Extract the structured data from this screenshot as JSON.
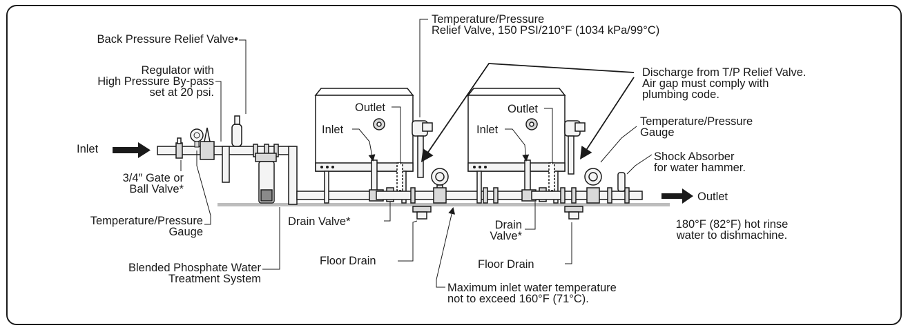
{
  "labels": {
    "back_pressure_relief_valve": "Back Pressure Relief Valve•",
    "regulator": "Regulator with\nHigh Pressure By-pass\nset at 20 psi.",
    "inlet": "Inlet",
    "gate_valve": "3/4″ Gate or\nBall Valve*",
    "tp_gauge_left": "Temperature/Pressure\nGauge",
    "treatment_system": "Blended Phosphate Water\nTreatment System",
    "tp_relief_valve": "Temperature/Pressure\nRelief Valve, 150 PSI/210°F (1034 kPa/99°C)",
    "discharge": "Discharge from T/P Relief Valve.\nAir gap must comply with\nplumbing code.",
    "outlet_1": "Outlet",
    "inlet_1": "Inlet",
    "outlet_2": "Outlet",
    "inlet_2": "Inlet",
    "tp_gauge_right": "Temperature/Pressure\nGauge",
    "shock_absorber": "Shock Absorber\nfor water hammer.",
    "outlet_main": "Outlet",
    "hot_rinse": "180°F (82°F) hot rinse\nwater to dishmachine.",
    "drain_valve_1": "Drain Valve*",
    "drain_valve_2": "Drain\nValve*",
    "floor_drain_1": "Floor Drain",
    "floor_drain_2": "Floor Drain",
    "max_inlet_temp": "Maximum inlet water temperature\nnot to exceed 160°F (71°C)."
  },
  "colors": {
    "line": "#1a1a1a",
    "fill_light": "#f4f4f4",
    "fill_mid": "#d9d9d9",
    "floor": "#bdbdbd"
  }
}
